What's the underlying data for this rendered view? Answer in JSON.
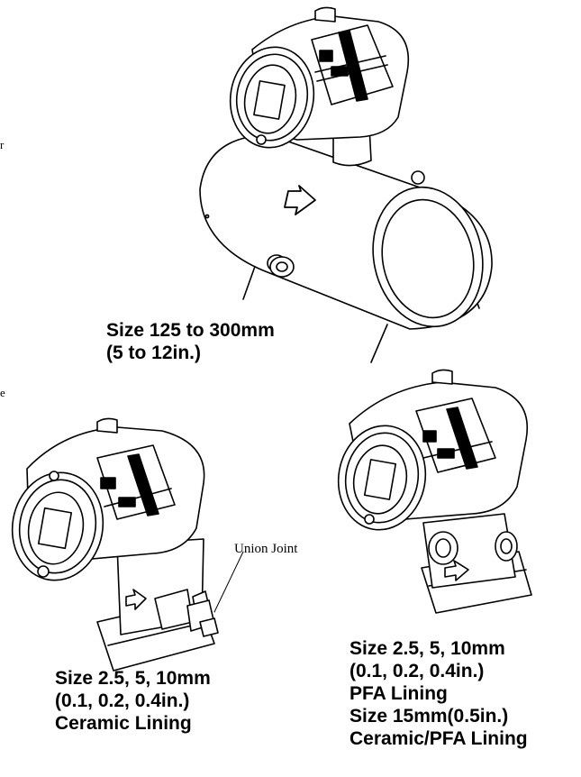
{
  "captions": {
    "large": [
      "Size 125 to 300mm",
      "(5 to 12in.)"
    ],
    "ceramic": [
      "Size 2.5, 5, 10mm",
      "(0.1, 0.2, 0.4in.)",
      "Ceramic Lining"
    ],
    "pfa": [
      "Size 2.5, 5, 10mm",
      "(0.1, 0.2, 0.4in.)",
      "PFA Lining",
      "Size 15mm(0.5in.)",
      "Ceramic/PFA Lining"
    ]
  },
  "callouts": {
    "union_joint": "Union Joint"
  },
  "stray_text": {
    "r": "r",
    "e": "e"
  },
  "colors": {
    "line": "#000000",
    "fill": "#ffffff"
  }
}
